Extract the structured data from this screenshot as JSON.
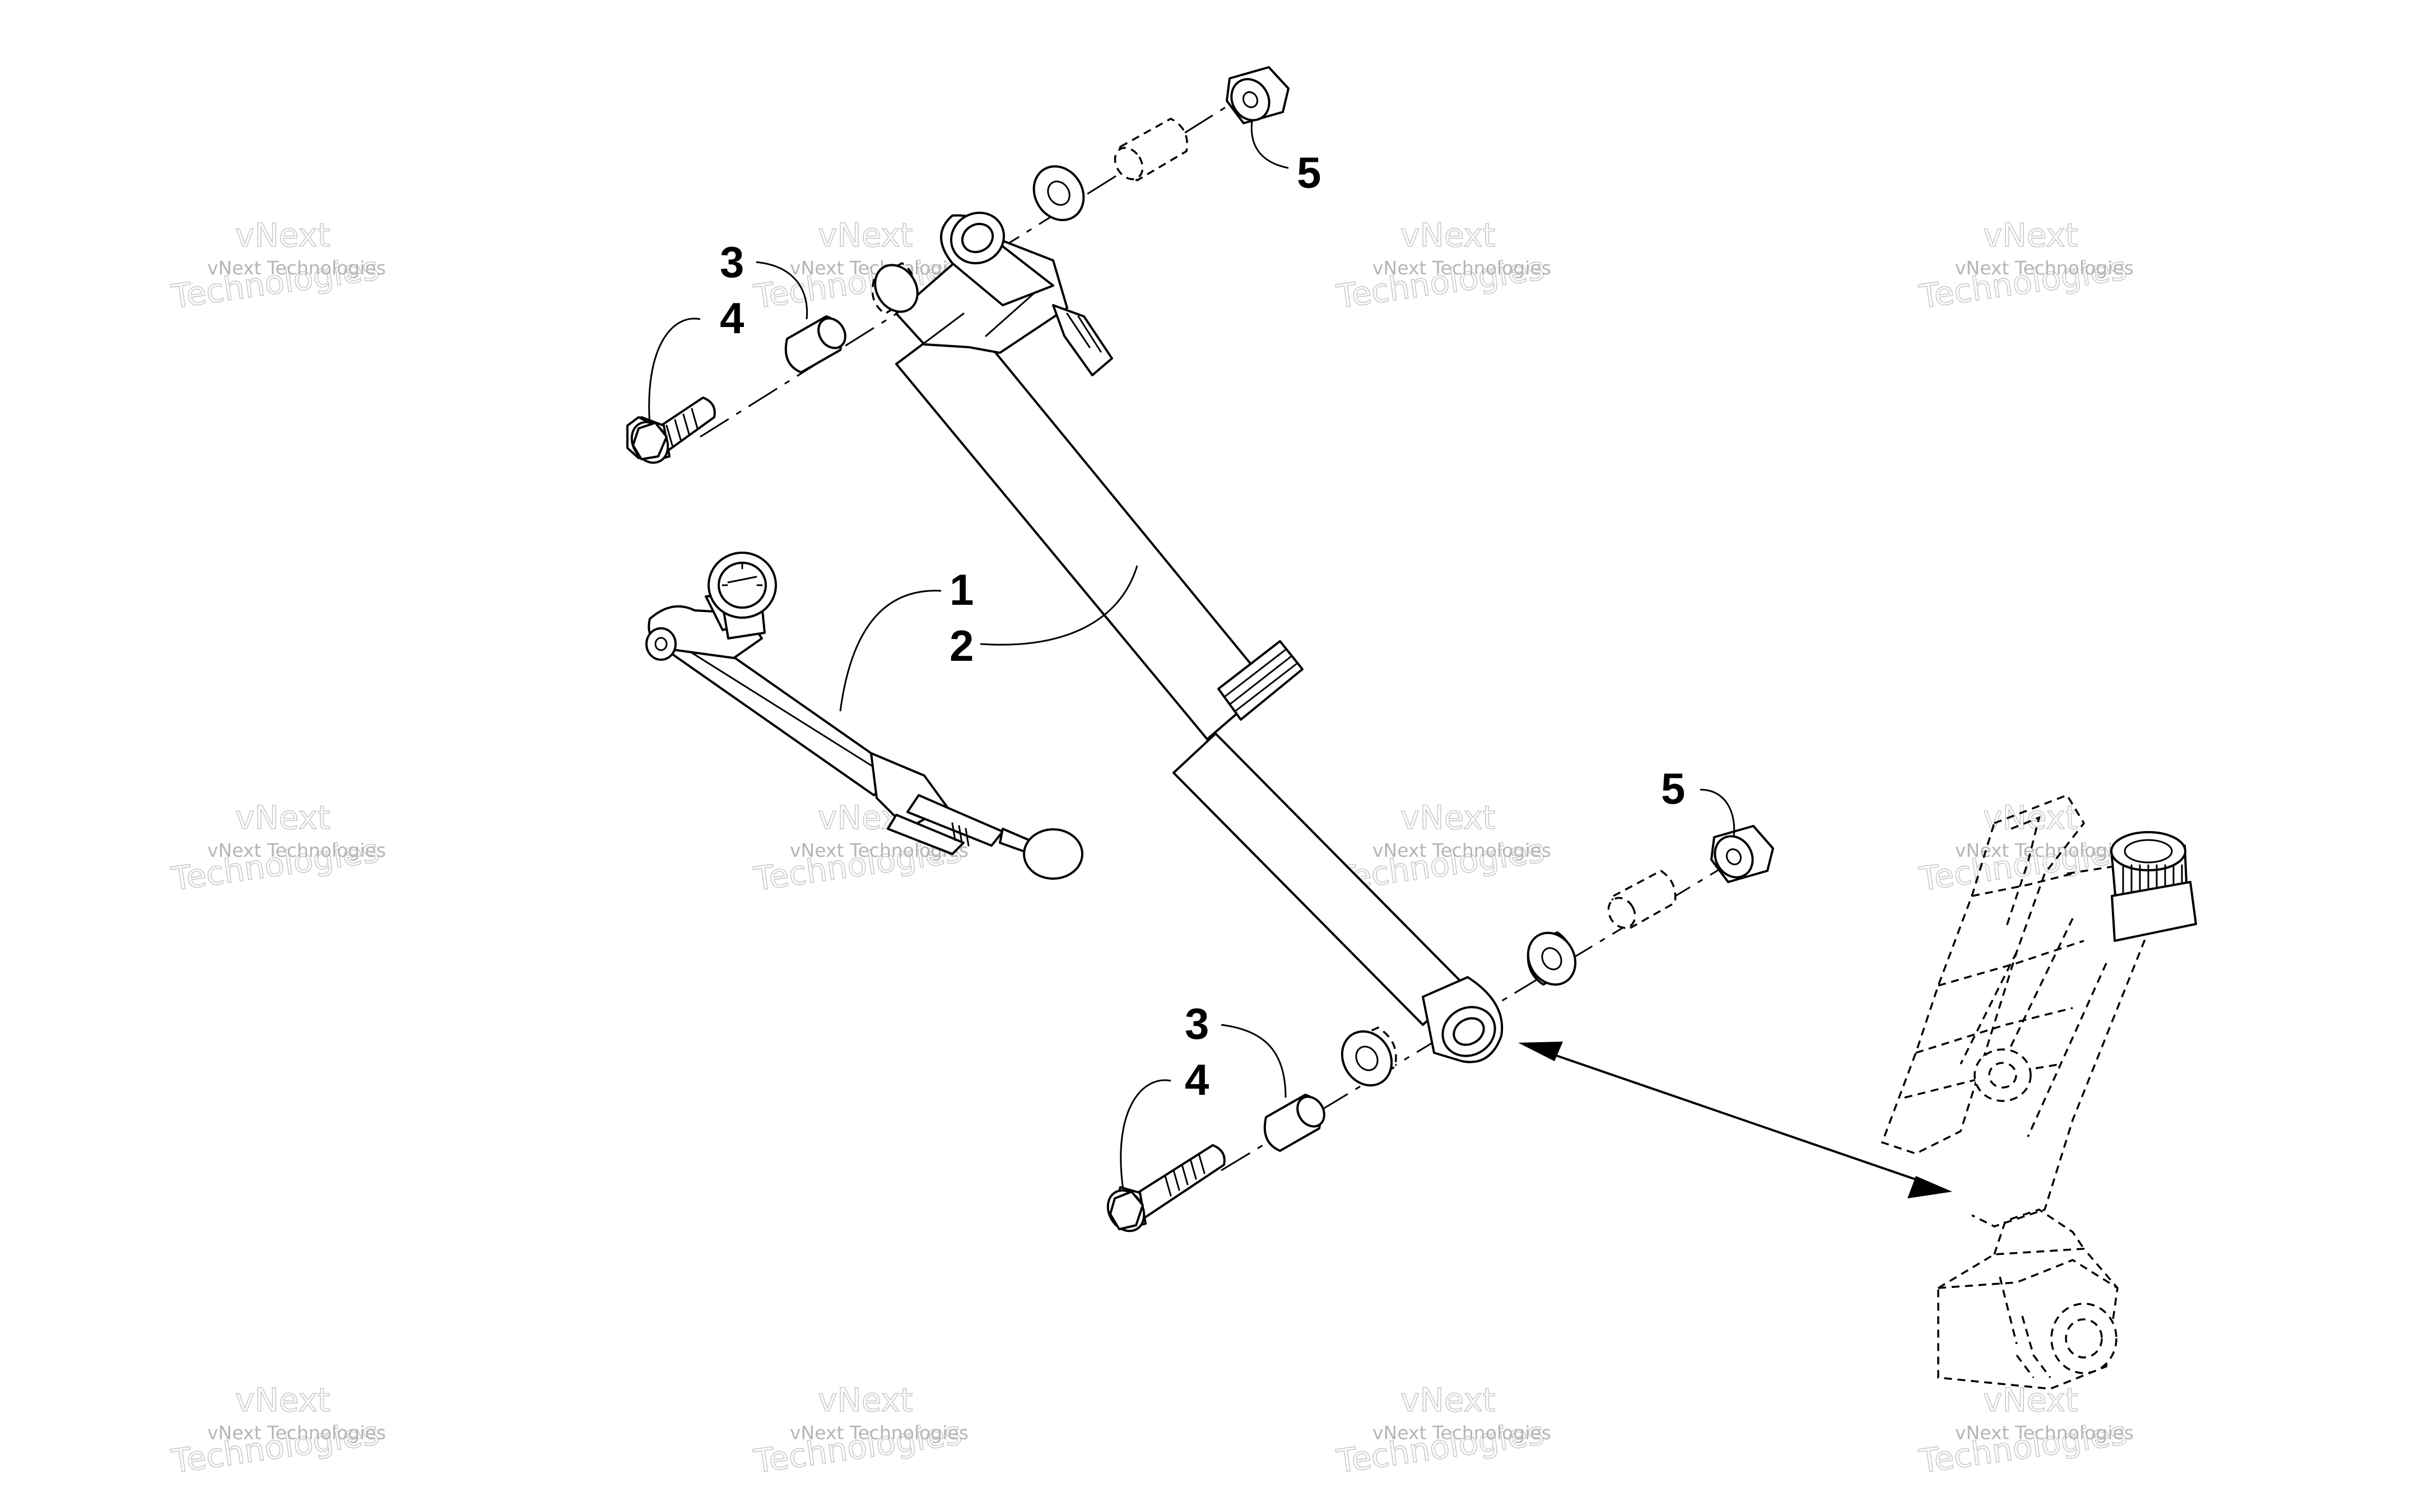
{
  "callouts": {
    "c1": "1",
    "c2": "2",
    "c3_upper": "3",
    "c4_upper": "4",
    "c5_upper": "5",
    "c3_lower": "3",
    "c4_lower": "4",
    "c5_lower": "5"
  },
  "watermark": {
    "small": "vNext Technologies",
    "big_top": "vNext",
    "big_bottom": "Technologies"
  }
}
